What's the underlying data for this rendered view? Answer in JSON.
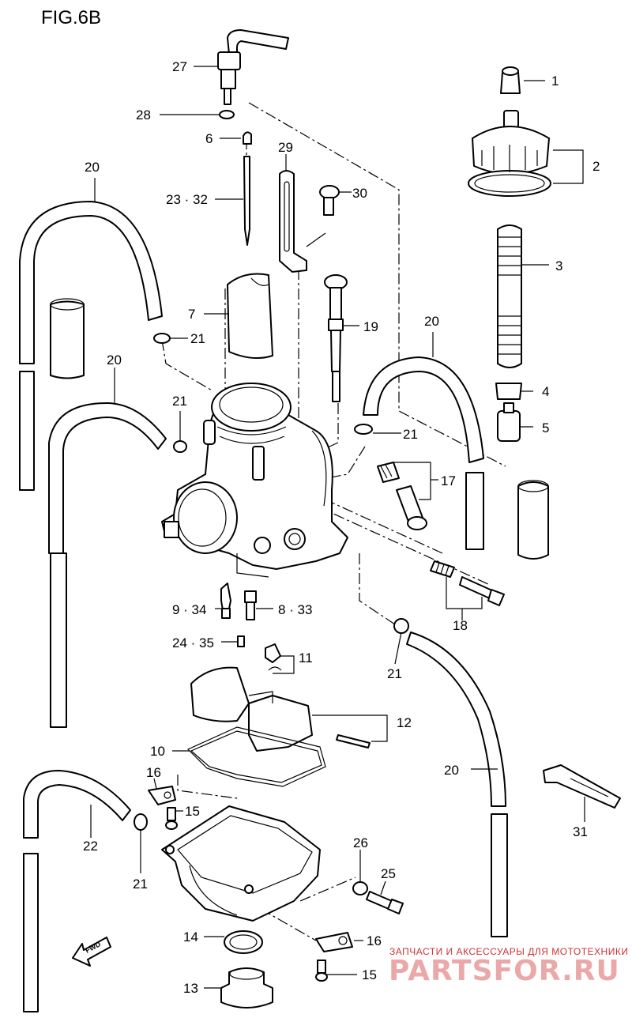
{
  "figure": {
    "title": "FIG.6B"
  },
  "callouts": {
    "c1": "1",
    "c2": "2",
    "c3": "3",
    "c4": "4",
    "c5": "5",
    "c6": "6",
    "c7": "7",
    "c9_34": "9 · 34",
    "c8_33": "8 · 33",
    "c10": "10",
    "c11": "11",
    "c12": "12",
    "c13": "13",
    "c14": "14",
    "c15a": "15",
    "c15b": "15",
    "c16a": "16",
    "c16b": "16",
    "c17": "17",
    "c18": "18",
    "c19": "19",
    "c20a": "20",
    "c20b": "20",
    "c20c": "20",
    "c20d": "20",
    "c21a": "21",
    "c21b": "21",
    "c21c": "21",
    "c21d": "21",
    "c21e": "21",
    "c22": "22",
    "c23_32": "23 · 32",
    "c24_35": "24 · 35",
    "c25": "25",
    "c26": "26",
    "c27": "27",
    "c28": "28",
    "c29": "29",
    "c30": "30",
    "c31": "31"
  },
  "direction_badge": {
    "label": "FWD"
  },
  "watermark": {
    "tagline": "ЗАПЧАСТИ И АКСЕССУАРЫ ДЛЯ МОТОТЕХНИКИ",
    "brand": "PARTSFOR.RU"
  }
}
